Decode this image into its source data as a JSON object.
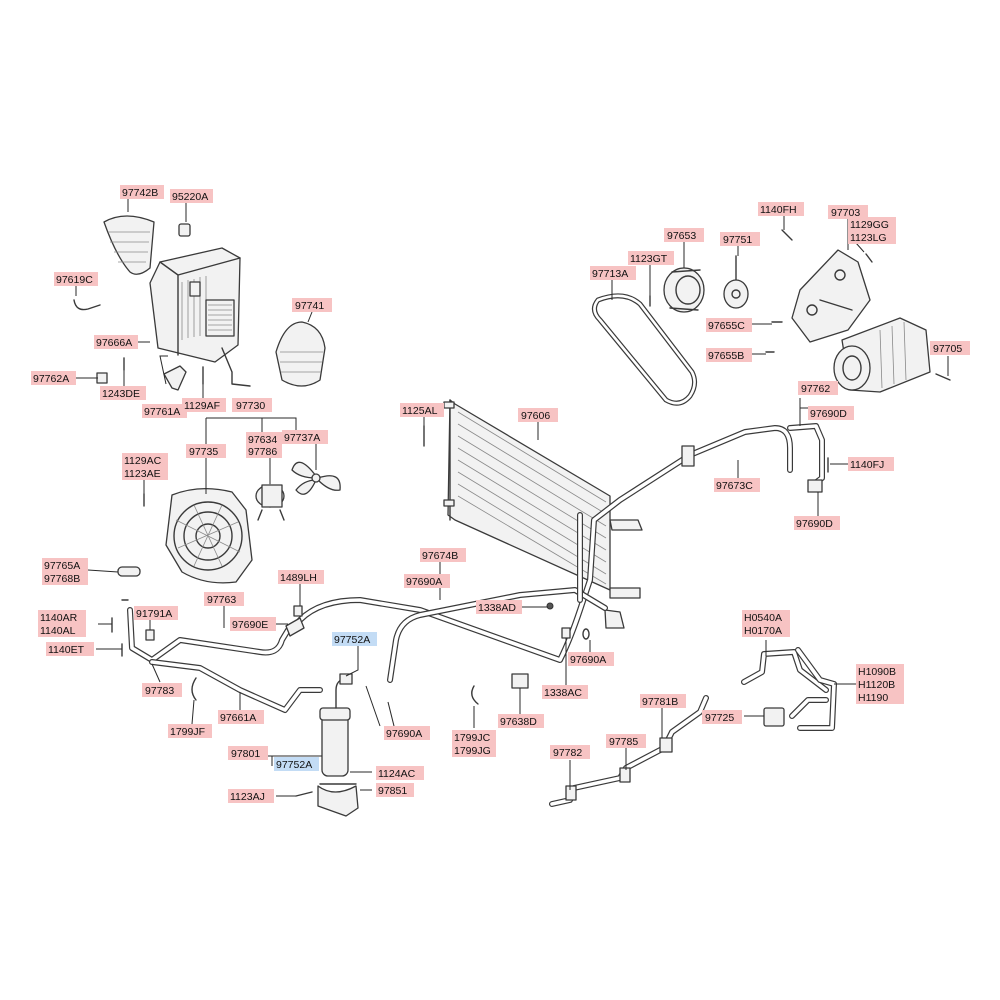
{
  "labels": [
    {
      "id": "97742B",
      "text": "97742B",
      "style": "red"
    },
    {
      "id": "95220A",
      "text": "95220A",
      "style": "red"
    },
    {
      "id": "97619C",
      "text": "97619C",
      "style": "red"
    },
    {
      "id": "97741",
      "text": "97741",
      "style": "red"
    },
    {
      "id": "97666A",
      "text": "97666A",
      "style": "red"
    },
    {
      "id": "97762A",
      "text": "97762A",
      "style": "red"
    },
    {
      "id": "1243DE",
      "text": "1243DE",
      "style": "red"
    },
    {
      "id": "97761A",
      "text": "97761A",
      "style": "red"
    },
    {
      "id": "1129AF",
      "text": "1129AF",
      "style": "red"
    },
    {
      "id": "97730",
      "text": "97730",
      "style": "red"
    },
    {
      "id": "97735",
      "text": "97735",
      "style": "red"
    },
    {
      "id": "97634",
      "text": "97634",
      "style": "red"
    },
    {
      "id": "97737A",
      "text": "97737A",
      "style": "red"
    },
    {
      "id": "97786",
      "text": "97786",
      "style": "red"
    },
    {
      "id": "1129AC",
      "text": "1129AC",
      "style": "red"
    },
    {
      "id": "1123AE",
      "text": "1123AE",
      "style": "red"
    },
    {
      "id": "97765A",
      "text": "97765A",
      "style": "red"
    },
    {
      "id": "97768B",
      "text": "97768B",
      "style": "red"
    },
    {
      "id": "1489LH",
      "text": "1489LH",
      "style": "red"
    },
    {
      "id": "97763",
      "text": "97763",
      "style": "red"
    },
    {
      "id": "1140AR",
      "text": "1140AR",
      "style": "red"
    },
    {
      "id": "1140AL",
      "text": "1140AL",
      "style": "red"
    },
    {
      "id": "91791A",
      "text": "91791A",
      "style": "red"
    },
    {
      "id": "97690E",
      "text": "97690E",
      "style": "red"
    },
    {
      "id": "1140ET",
      "text": "1140ET",
      "style": "red"
    },
    {
      "id": "97752A_top",
      "text": "97752A",
      "style": "blue"
    },
    {
      "id": "97783",
      "text": "97783",
      "style": "red"
    },
    {
      "id": "97661A",
      "text": "97661A",
      "style": "red"
    },
    {
      "id": "1799JF",
      "text": "1799JF",
      "style": "red"
    },
    {
      "id": "97801",
      "text": "97801",
      "style": "red"
    },
    {
      "id": "97752A_bot",
      "text": "97752A",
      "style": "blue"
    },
    {
      "id": "1124AC",
      "text": "1124AC",
      "style": "red"
    },
    {
      "id": "1123AJ",
      "text": "1123AJ",
      "style": "red"
    },
    {
      "id": "97851",
      "text": "97851",
      "style": "red"
    },
    {
      "id": "97690A_low",
      "text": "97690A",
      "style": "red"
    },
    {
      "id": "1799JC",
      "text": "1799JC",
      "style": "red"
    },
    {
      "id": "1799JG",
      "text": "1799JG",
      "style": "red"
    },
    {
      "id": "97638D",
      "text": "97638D",
      "style": "red"
    },
    {
      "id": "1338AC",
      "text": "1338AC",
      "style": "red"
    },
    {
      "id": "97690A_mid",
      "text": "97690A",
      "style": "red"
    },
    {
      "id": "1338AD",
      "text": "1338AD",
      "style": "red"
    },
    {
      "id": "97674B",
      "text": "97674B",
      "style": "red"
    },
    {
      "id": "97690A_up",
      "text": "97690A",
      "style": "red"
    },
    {
      "id": "1125AL",
      "text": "1125AL",
      "style": "red"
    },
    {
      "id": "97606",
      "text": "97606",
      "style": "red"
    },
    {
      "id": "97673C",
      "text": "97673C",
      "style": "red"
    },
    {
      "id": "97762",
      "text": "97762",
      "style": "red"
    },
    {
      "id": "97690D_top",
      "text": "97690D",
      "style": "red"
    },
    {
      "id": "1140FJ",
      "text": "1140FJ",
      "style": "red"
    },
    {
      "id": "97690D_bot",
      "text": "97690D",
      "style": "red"
    },
    {
      "id": "97713A",
      "text": "97713A",
      "style": "red"
    },
    {
      "id": "1123GT",
      "text": "1123GT",
      "style": "red"
    },
    {
      "id": "97653",
      "text": "97653",
      "style": "red"
    },
    {
      "id": "97751",
      "text": "97751",
      "style": "red"
    },
    {
      "id": "1140FH",
      "text": "1140FH",
      "style": "red"
    },
    {
      "id": "97703",
      "text": "97703",
      "style": "red"
    },
    {
      "id": "1129GG",
      "text": "1129GG",
      "style": "red"
    },
    {
      "id": "1123LG",
      "text": "1123LG",
      "style": "red"
    },
    {
      "id": "97655C",
      "text": "97655C",
      "style": "red"
    },
    {
      "id": "97655B",
      "text": "97655B",
      "style": "red"
    },
    {
      "id": "97705",
      "text": "97705",
      "style": "red"
    },
    {
      "id": "97781B",
      "text": "97781B",
      "style": "red"
    },
    {
      "id": "97782",
      "text": "97782",
      "style": "red"
    },
    {
      "id": "97785",
      "text": "97785",
      "style": "red"
    },
    {
      "id": "H0540A",
      "text": "H0540A",
      "style": "red"
    },
    {
      "id": "H0170A",
      "text": "H0170A",
      "style": "red"
    },
    {
      "id": "H1090B",
      "text": "H1090B",
      "style": "red"
    },
    {
      "id": "H1120B",
      "text": "H1120B",
      "style": "red"
    },
    {
      "id": "H1190",
      "text": "H1190",
      "style": "red"
    },
    {
      "id": "97725",
      "text": "97725",
      "style": "red"
    }
  ],
  "colors": {
    "label_red": "#f7c3c3",
    "label_blue": "#c3dcf5",
    "line": "#3a3a3a"
  }
}
